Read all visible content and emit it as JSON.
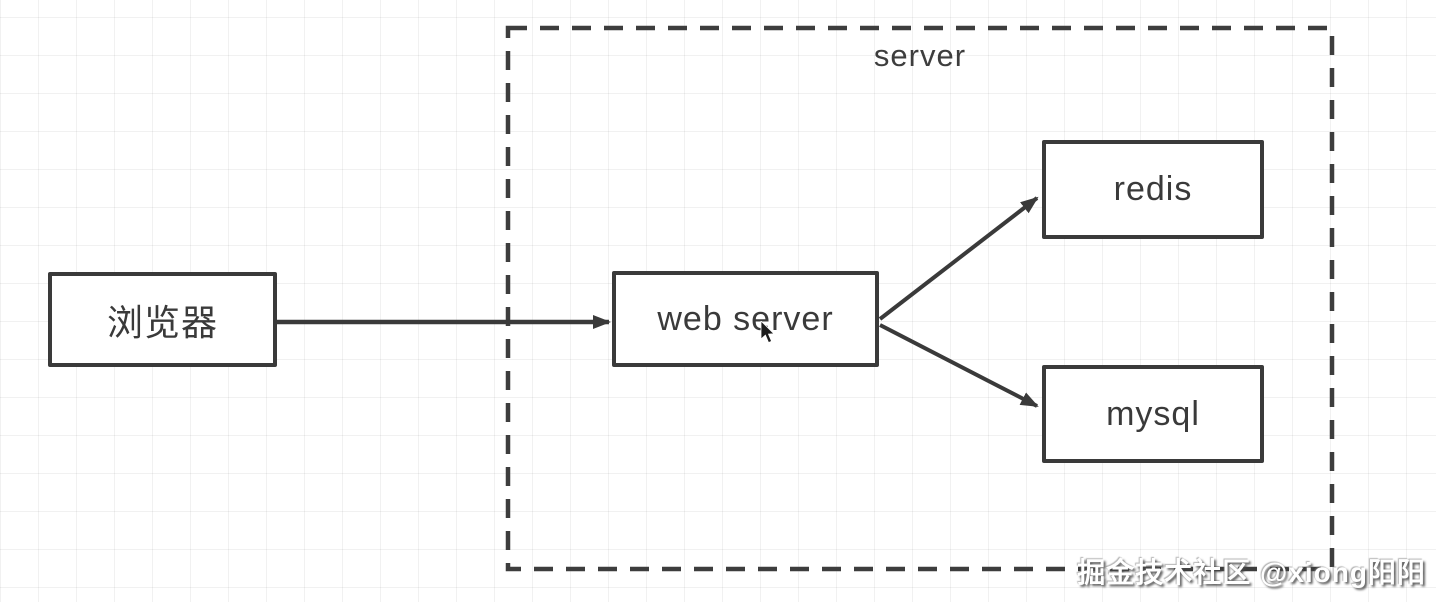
{
  "diagram": {
    "group": {
      "label": "server"
    },
    "nodes": {
      "browser": {
        "label": "浏览器"
      },
      "web_server": {
        "label": "web server"
      },
      "redis": {
        "label": "redis"
      },
      "mysql": {
        "label": "mysql"
      }
    },
    "edges": [
      {
        "from": "browser",
        "to": "web_server"
      },
      {
        "from": "web_server",
        "to": "redis"
      },
      {
        "from": "web_server",
        "to": "mysql"
      }
    ]
  },
  "watermark": {
    "text": "掘金技术社区 @xiong阳阳"
  },
  "colors": {
    "stroke": "#3a3a3a",
    "background": "#ffffff",
    "grid_line": "#ededed",
    "watermark_text": "#ffffff",
    "watermark_shadow": "#464646"
  }
}
